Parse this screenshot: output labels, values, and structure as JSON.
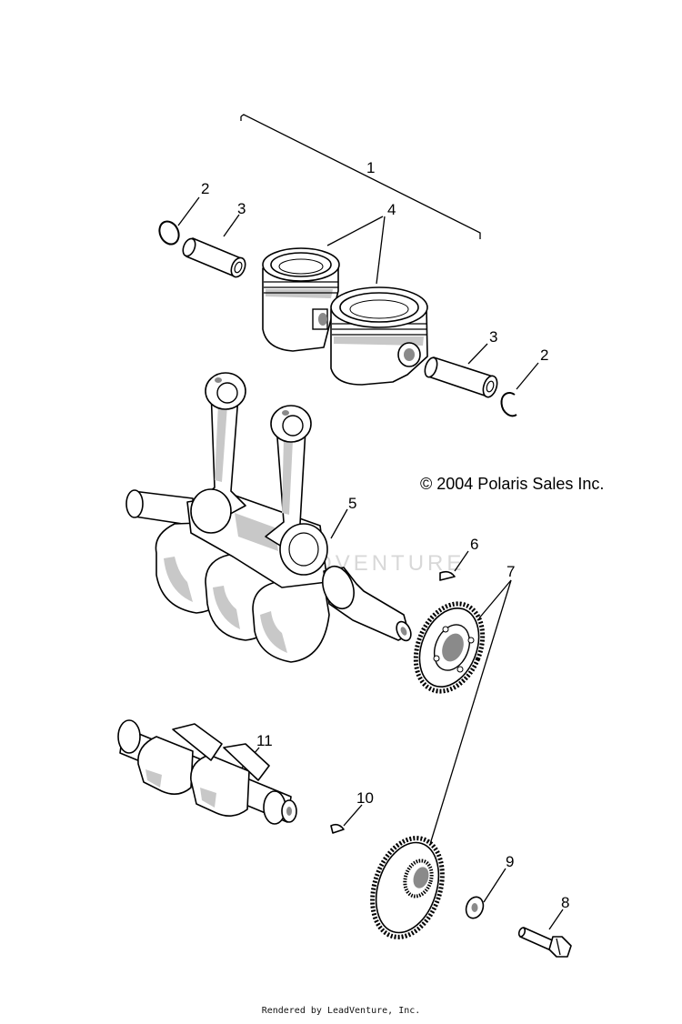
{
  "copyright": "© 2004 Polaris Sales Inc.",
  "credit": "Rendered by LeadVenture, Inc.",
  "watermark": "LEADVENTURE",
  "callouts": [
    "1",
    "2",
    "2",
    "3",
    "3",
    "4",
    "5",
    "6",
    "7",
    "8",
    "9",
    "10",
    "11"
  ]
}
